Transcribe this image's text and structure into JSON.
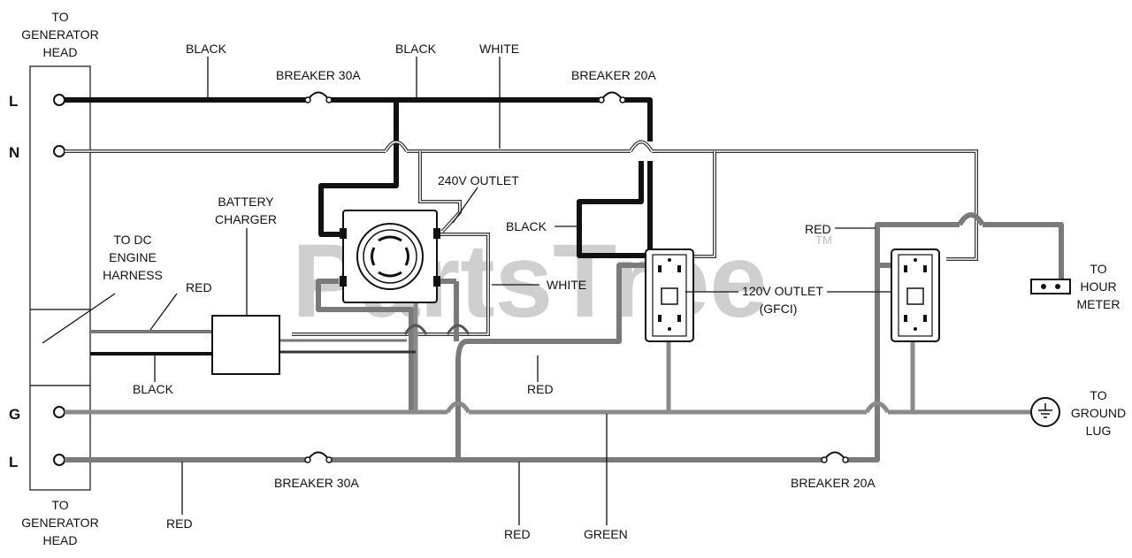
{
  "watermark": {
    "text": "PartsTree",
    "tm": "TM"
  },
  "terminals": {
    "l_top": "L",
    "n": "N",
    "g": "G",
    "l_bottom": "L"
  },
  "blocks": {
    "to_gen_head_top": [
      "TO",
      "GENERATOR",
      "HEAD"
    ],
    "to_gen_head_bottom": [
      "TO",
      "GENERATOR",
      "HEAD"
    ],
    "to_dc_engine_harness": [
      "TO DC",
      "ENGINE",
      "HARNESS"
    ],
    "battery_charger": [
      "BATTERY",
      "CHARGER"
    ],
    "to_hour_meter": [
      "TO",
      "HOUR",
      "METER"
    ],
    "to_ground_lug": [
      "TO",
      "GROUND",
      "LUG"
    ]
  },
  "components": {
    "outlet_240v": "240V OUTLET",
    "outlet_120v": [
      "120V OUTLET",
      "(GFCI)"
    ],
    "breaker_30a_top": "BREAKER 30A",
    "breaker_20a_top": "BREAKER 20A",
    "breaker_30a_bottom": "BREAKER 30A",
    "breaker_20a_bottom": "BREAKER 20A"
  },
  "wire_labels": {
    "black_top_left": "BLACK",
    "black_top_mid": "BLACK",
    "white_top": "WHITE",
    "black_mid": "BLACK",
    "white_mid": "WHITE",
    "red_harness": "RED",
    "black_harness": "BLACK",
    "red_mid": "RED",
    "red_right": "RED",
    "red_bottom_left": "RED",
    "red_bottom_mid": "RED",
    "green_bottom": "GREEN"
  }
}
